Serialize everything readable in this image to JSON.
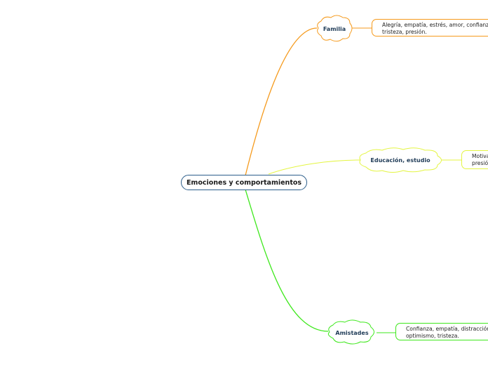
{
  "root": {
    "label": "Emociones y comportamientos"
  },
  "branches": [
    {
      "label": "Familia",
      "color": "#f59a1c",
      "detail_lines": [
        "Alegría, empatía, estrés, amor, confianza,",
        "tristeza, presión."
      ]
    },
    {
      "label": "Educación, estudio",
      "color": "#e4f542",
      "detail_lines": [
        "Motivación, ",
        "presió"
      ]
    },
    {
      "label": "Amistades",
      "color": "#3ee81c",
      "detail_lines": [
        "Confianza, empatía, distracción,",
        "optimismo, tristeza."
      ]
    }
  ]
}
